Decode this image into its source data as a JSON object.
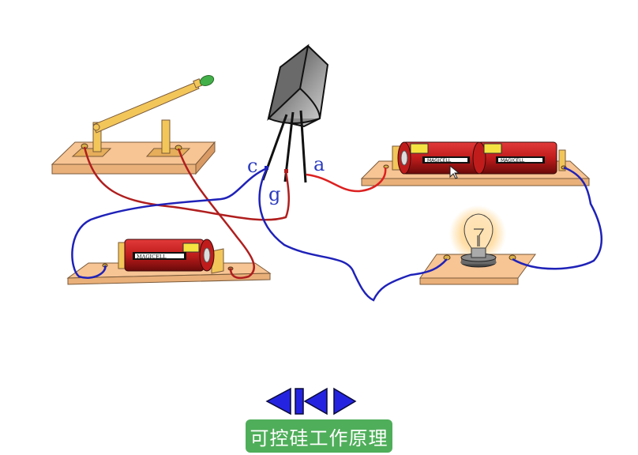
{
  "diagram": {
    "title": "可控硅工作原理",
    "components": [
      {
        "id": "knife-switch",
        "label": "Knife switch"
      },
      {
        "id": "thyristor",
        "label": "Thyristor (SCR)",
        "leads": [
          "c",
          "g",
          "a"
        ]
      },
      {
        "id": "battery-pack-double",
        "label": "Two-cell battery holder",
        "cells": [
          "MAGICELL",
          "MAGICELL"
        ]
      },
      {
        "id": "battery-single",
        "label": "Single-cell battery holder",
        "cells": [
          "MAGICELL"
        ]
      },
      {
        "id": "lamp",
        "label": "Light bulb on base",
        "state": "lit"
      }
    ],
    "lead_labels": {
      "c": "c",
      "g": "g",
      "a": "a"
    },
    "battery_brand": "MAGICELL",
    "wire_colors": {
      "positive": "#b01e1e",
      "negative": "#1f22b8"
    }
  },
  "navigation": {
    "buttons": [
      {
        "id": "prev",
        "icon": "triangle-left-icon"
      },
      {
        "id": "first",
        "icon": "skip-to-start-icon"
      },
      {
        "id": "next",
        "icon": "triangle-right-icon"
      }
    ],
    "color": "#2424e0"
  },
  "title_button": {
    "label": "可控硅工作原理",
    "color": "#4fae5a"
  }
}
